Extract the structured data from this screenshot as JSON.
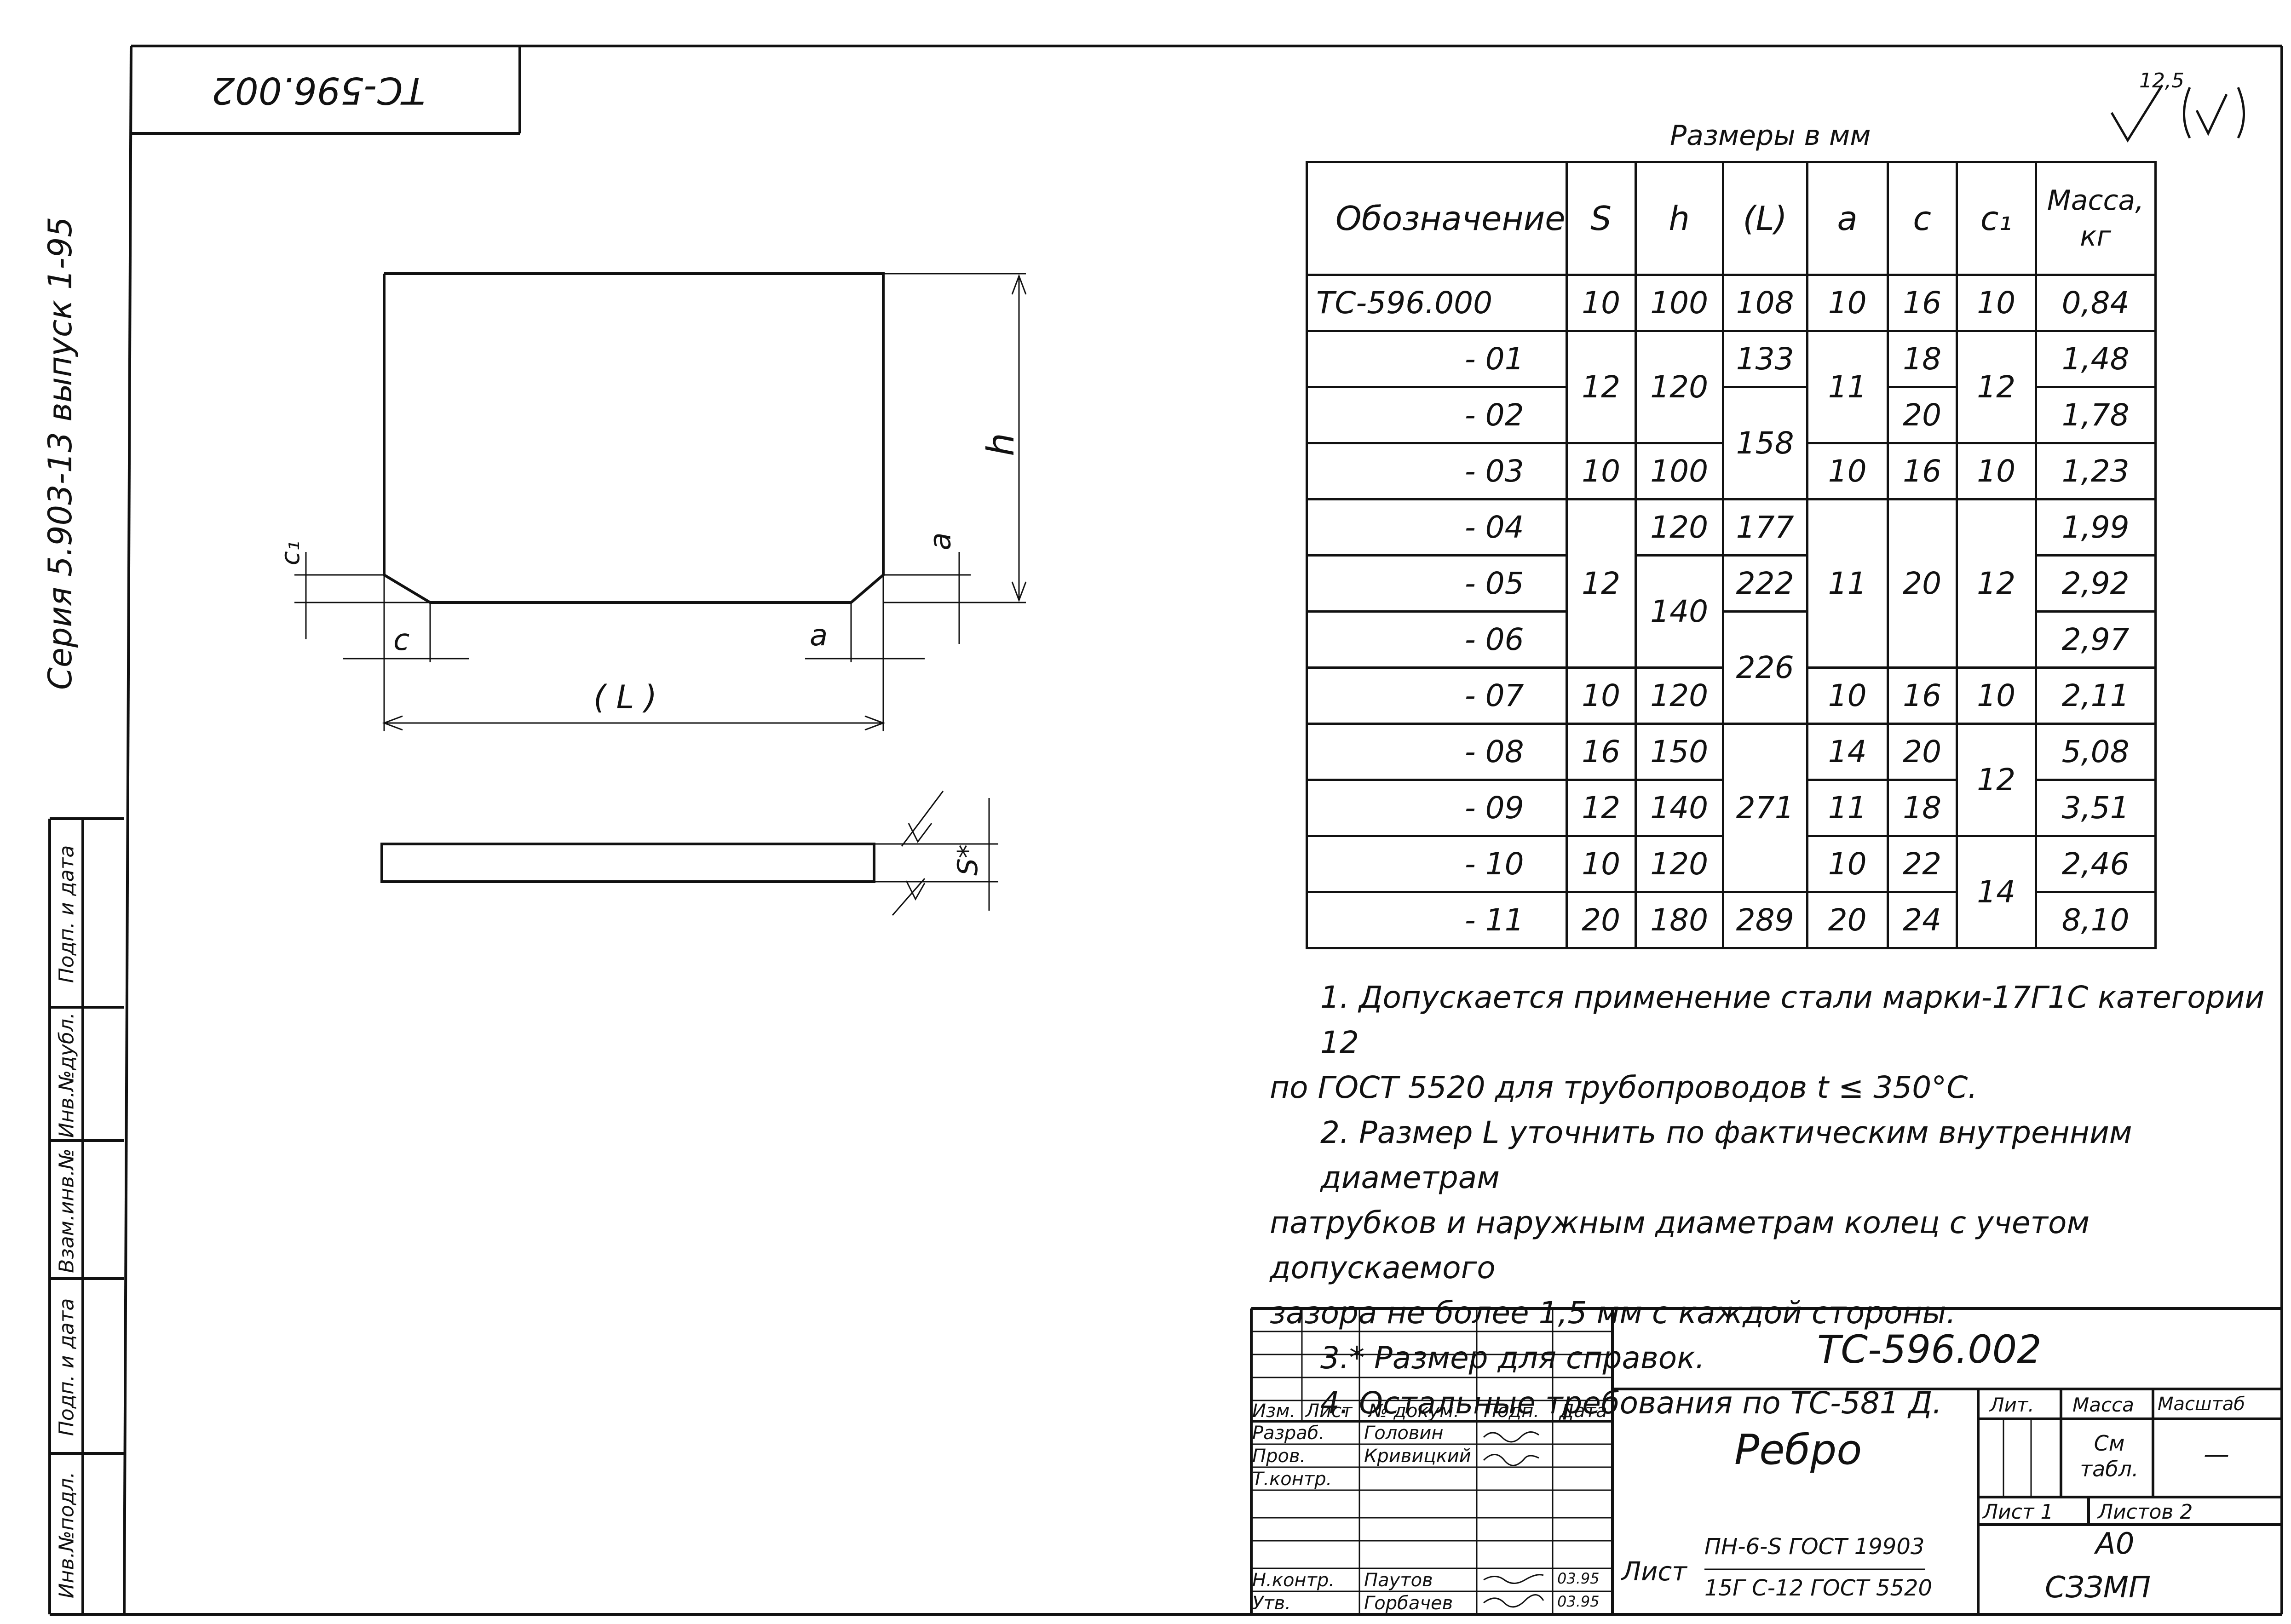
{
  "corner_stamp": {
    "code": "ТС-596.002"
  },
  "roughness_mark": {
    "value": "12,5",
    "suffix": "(√)"
  },
  "series_label": "Серия 5.903-13 выпуск 1-95",
  "left_stamp_labels": [
    "Подп. и дата",
    "Инв.№дубл.",
    "Взам.инв.№",
    "Подп. и дата",
    "Инв.№подл."
  ],
  "drawing": {
    "dim_h": "h",
    "dim_a_right": "a",
    "dim_c1": "c₁",
    "dim_c": "c",
    "dim_a_bottom": "a",
    "dim_L": "( L )",
    "dim_S": "S*"
  },
  "table": {
    "caption": "Размеры в мм",
    "headers": [
      "Обозначение",
      "S",
      "h",
      "(L)",
      "a",
      "c",
      "c₁",
      "Масса, кг"
    ],
    "rows": [
      {
        "des": "ТС-596.000",
        "s": "10",
        "h": "100",
        "L": "108",
        "a": "10",
        "c": "16",
        "c1": "10",
        "m": "0,84"
      },
      {
        "des": "- 01",
        "s": "12",
        "h": "120",
        "L": "133",
        "a": "11",
        "c": "18",
        "c1": "12",
        "m": "1,48"
      },
      {
        "des": "- 02",
        "s": "",
        "h": "",
        "L": "158",
        "a": "",
        "c": "20",
        "c1": "",
        "m": "1,78"
      },
      {
        "des": "- 03",
        "s": "10",
        "h": "100",
        "L": "",
        "a": "10",
        "c": "16",
        "c1": "10",
        "m": "1,23"
      },
      {
        "des": "- 04",
        "s": "12",
        "h": "120",
        "L": "177",
        "a": "11",
        "c": "20",
        "c1": "12",
        "m": "1,99"
      },
      {
        "des": "- 05",
        "s": "",
        "h": "140",
        "L": "222",
        "a": "",
        "c": "",
        "c1": "",
        "m": "2,92"
      },
      {
        "des": "- 06",
        "s": "",
        "h": "",
        "L": "226",
        "a": "",
        "c": "",
        "c1": "",
        "m": "2,97"
      },
      {
        "des": "- 07",
        "s": "10",
        "h": "120",
        "L": "",
        "a": "10",
        "c": "16",
        "c1": "10",
        "m": "2,11"
      },
      {
        "des": "- 08",
        "s": "16",
        "h": "150",
        "L": "271",
        "a": "14",
        "c": "20",
        "c1": "12",
        "m": "5,08"
      },
      {
        "des": "- 09",
        "s": "12",
        "h": "140",
        "L": "",
        "a": "11",
        "c": "18",
        "c1": "",
        "m": "3,51"
      },
      {
        "des": "- 10",
        "s": "10",
        "h": "120",
        "L": "",
        "a": "10",
        "c": "22",
        "c1": "14",
        "m": "2,46"
      },
      {
        "des": "- 11",
        "s": "20",
        "h": "180",
        "L": "289",
        "a": "20",
        "c": "24",
        "c1": "",
        "m": "8,10"
      }
    ]
  },
  "notes": [
    "1. Допускается применение стали марки-17Г1С категории 12",
    "по ГОСТ 5520      для трубопроводов t ≤ 350°С.",
    "2. Размер L уточнить по фактическим внутренним диаметрам",
    "патрубков и наружным диаметрам колец с учетом допускаемого",
    "зазора не более 1,5 мм с каждой стороны.",
    "3.* Размер для справок.",
    "4. Остальные требования по ТС-581 Д."
  ],
  "title_block": {
    "code": "ТС-596.002",
    "name": "Ребро",
    "col_headers": [
      "Изм.",
      "Лист",
      "№ докум.",
      "Подп.",
      "Дата"
    ],
    "people": [
      {
        "role": "Разраб.",
        "name": "Головин",
        "date": ""
      },
      {
        "role": "Пров.",
        "name": "Кривицкий",
        "date": ""
      },
      {
        "role": "Т.контр.",
        "name": "",
        "date": ""
      },
      {
        "role": "Н.контр.",
        "name": "Паутов",
        "date": "03.95"
      },
      {
        "role": "Утв.",
        "name": "Горбачев",
        "date": "03.95"
      }
    ],
    "lit_label": "Лит.",
    "mass_label": "Масса",
    "scale_label": "Масштаб",
    "mass_value": "См табл.",
    "scale_value": "—",
    "sheet_label": "Лист 1",
    "sheets_label": "Листов 2",
    "material_prefix": "Лист",
    "material_top": "ПН-6-S ГОСТ 19903",
    "material_bottom": "15Г С-12 ГОСТ 5520",
    "format": "А0",
    "org": "СЗЗМП"
  }
}
